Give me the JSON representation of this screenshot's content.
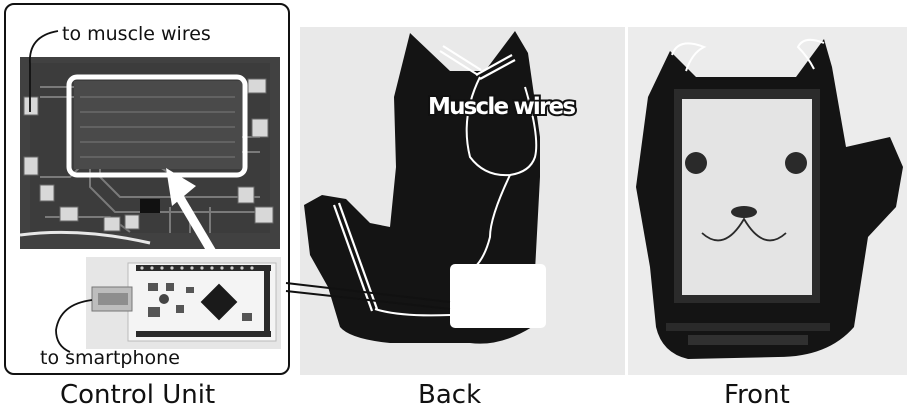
{
  "panels": {
    "control_unit": {
      "caption": "Control Unit",
      "label_muscle": "to muscle wires",
      "label_phone": "to smartphone"
    },
    "back": {
      "caption": "Back",
      "label": "Muscle wires"
    },
    "front": {
      "caption": "Front"
    }
  },
  "colors": {
    "fur": "#141414",
    "pcb_dark": "#3a3a3a",
    "screen": "#e4e4e4",
    "outline": "#111111"
  }
}
